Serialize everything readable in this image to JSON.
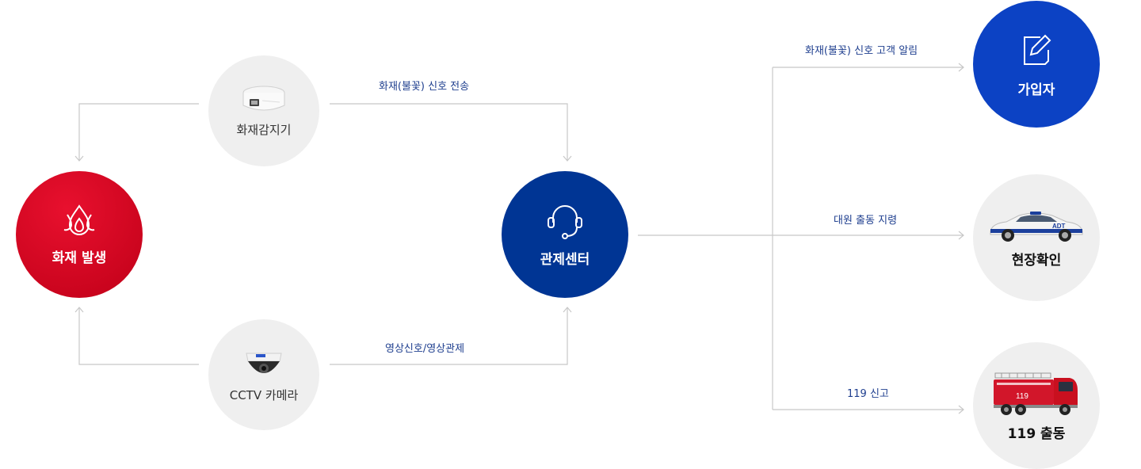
{
  "nodes": {
    "fire": {
      "label": "화재 발생",
      "icon": "flame-drops-icon"
    },
    "detector": {
      "label": "화재감지기",
      "icon": "smoke-detector-icon"
    },
    "cctv": {
      "label": "CCTV 카메라",
      "icon": "dome-camera-icon"
    },
    "control": {
      "label": "관제센터",
      "icon": "headset-icon"
    },
    "subscriber": {
      "label": "가입자",
      "icon": "edit-note-icon"
    },
    "site": {
      "label": "현장확인",
      "icon": "patrol-car-icon"
    },
    "dispatch": {
      "label": "119 출동",
      "icon": "fire-truck-icon"
    }
  },
  "edges": {
    "detector_to_control": "화재(불꽃) 신호 전송",
    "cctv_to_control": "영상신호/영상관제",
    "to_subscriber": "화재(불꽃) 신호 고객 알림",
    "to_site": "대원 출동 지령",
    "to_119": "119 신고"
  },
  "colors": {
    "fire": "#d4082a",
    "control": "#003594",
    "subscriber": "#0c42c4",
    "node_gray": "#efefef",
    "line": "#c8c8c8",
    "edge_text": "#1f3f8f"
  }
}
